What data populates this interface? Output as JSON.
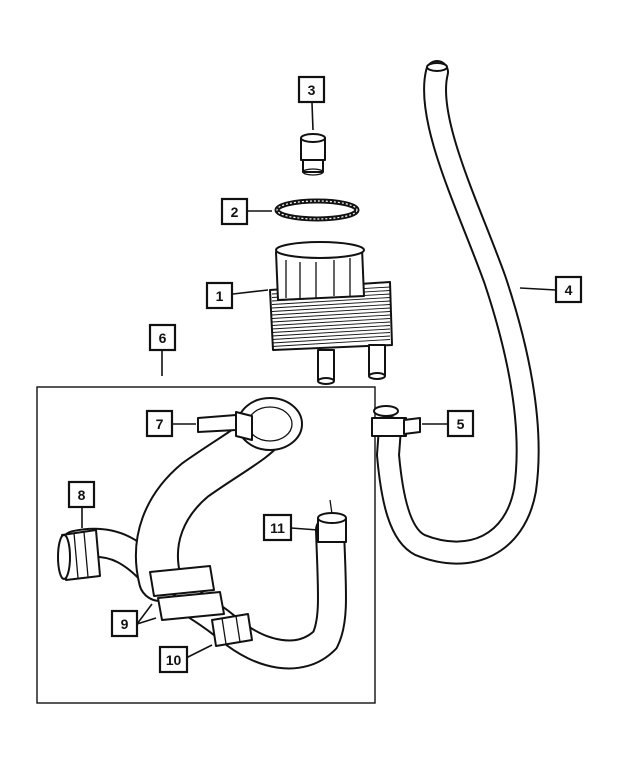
{
  "diagram": {
    "callouts": [
      {
        "id": "c1",
        "label": "1"
      },
      {
        "id": "c2",
        "label": "2"
      },
      {
        "id": "c3",
        "label": "3"
      },
      {
        "id": "c4",
        "label": "4"
      },
      {
        "id": "c5",
        "label": "5"
      },
      {
        "id": "c6",
        "label": "6"
      },
      {
        "id": "c7",
        "label": "7"
      },
      {
        "id": "c8",
        "label": "8"
      },
      {
        "id": "c9",
        "label": "9"
      },
      {
        "id": "c10",
        "label": "10"
      },
      {
        "id": "c11",
        "label": "11"
      }
    ],
    "colors": {
      "line": "#111111",
      "background": "#ffffff"
    }
  }
}
